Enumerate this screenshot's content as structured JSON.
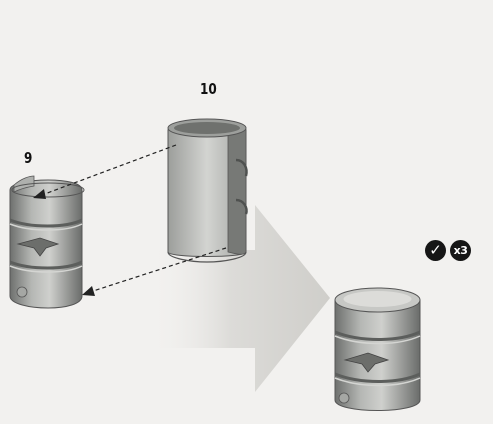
{
  "parts": {
    "nine": {
      "label": "9"
    },
    "ten": {
      "label": "10"
    }
  },
  "result": {
    "check_icon": "checkmark-icon",
    "quantity": "x3"
  },
  "colors": {
    "plastic": "#8d8f8c",
    "plastic_light": "#c9cac7",
    "plastic_dark": "#5c5e5c",
    "arrow_fill": "#d6d5d2",
    "badge": "#161616"
  }
}
